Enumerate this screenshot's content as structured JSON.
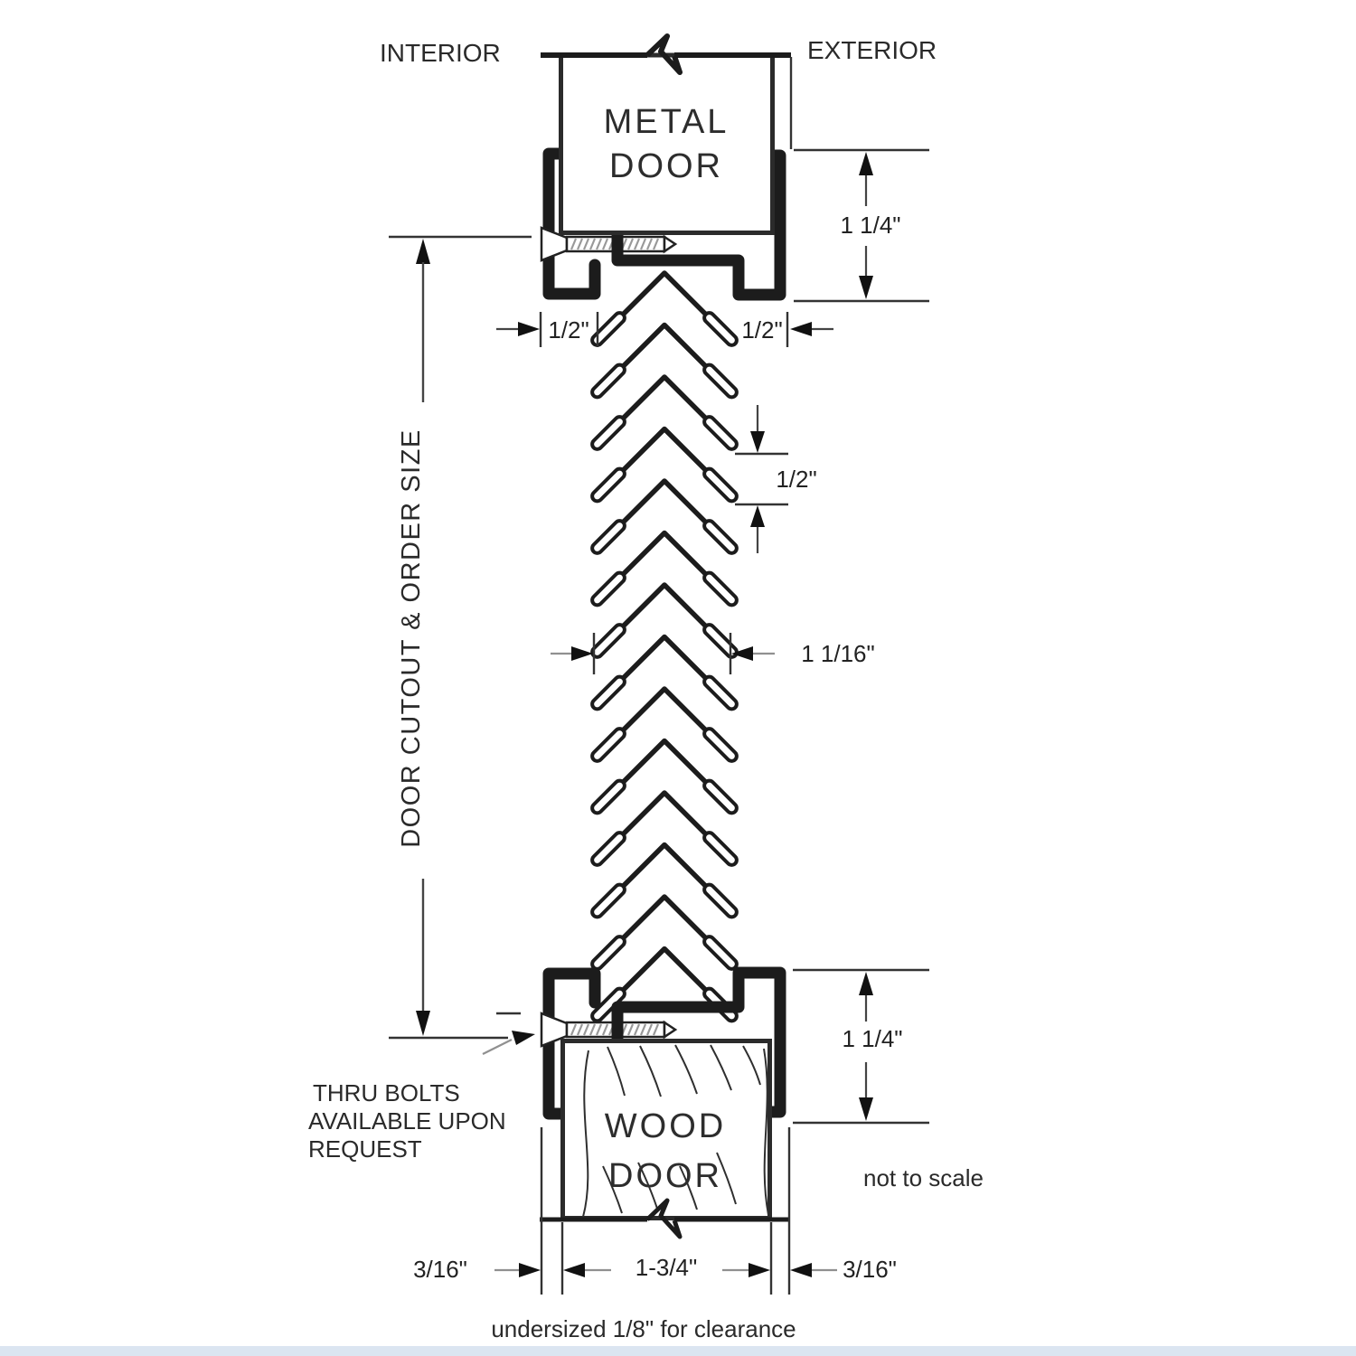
{
  "title": "Door louver installation cross-section",
  "labels": {
    "interior": "INTERIOR",
    "exterior": "EXTERIOR"
  },
  "metal_door": {
    "line1": "METAL",
    "line2": "DOOR"
  },
  "wood_door": {
    "line1": "WOOD",
    "line2": "DOOR"
  },
  "dimensions": {
    "top_frame_depth": "1 1/4\"",
    "top_left_margin": "1/2\"",
    "top_right_margin": "1/2\"",
    "blade_spacing": "1/2\"",
    "blade_width": "1 1/16\"",
    "bottom_frame_depth": "1 1/4\"",
    "bottom_left_clearance": "3/16\"",
    "door_thickness": "1-3/4\"",
    "bottom_right_clearance": "3/16\""
  },
  "notes": {
    "cutout": "DOOR CUTOUT & ORDER SIZE",
    "thru_bolts_line1": "THRU BOLTS",
    "thru_bolts_line2": "AVAILABLE UPON",
    "thru_bolts_line3": "REQUEST",
    "not_to_scale": "not to scale",
    "undersized": "undersized 1/8\" for clearance"
  },
  "colors": {
    "line_bold": "#1c1c1c",
    "line_medium": "#333333",
    "thread_gray": "#999999",
    "dim_gray": "#909090",
    "background": "#ffffff",
    "footer_strip": "#dbe5f1"
  }
}
